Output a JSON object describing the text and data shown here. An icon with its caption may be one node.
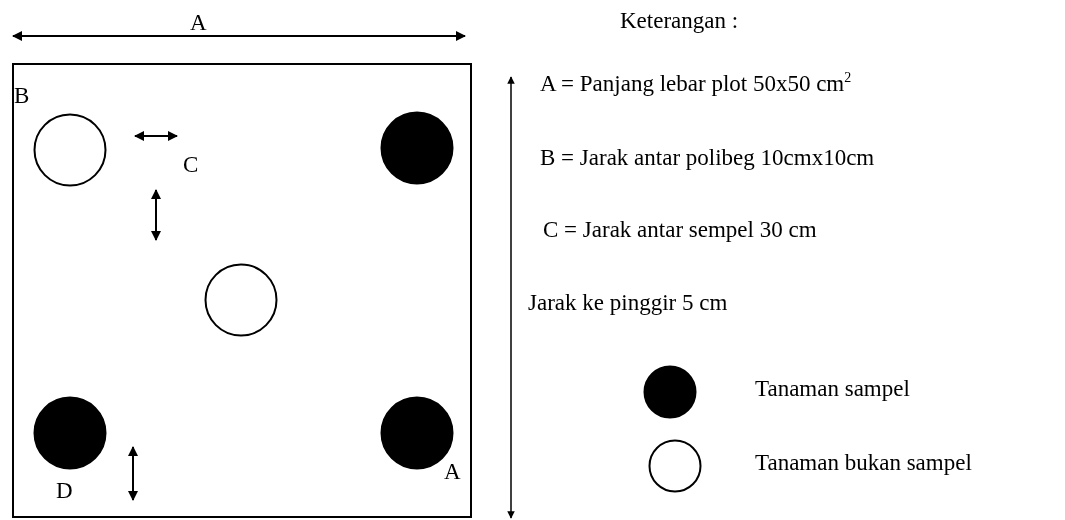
{
  "diagram": {
    "nodes": [
      {
        "text": [],
        "shape": "box"
      },
      {
        "text": [],
        "shape": "circle",
        "in": 0
      },
      {
        "text": [],
        "shape": "circle",
        "in": 0
      },
      {
        "text": [],
        "shape": "circle",
        "in": 0
      },
      {
        "text": [],
        "shape": "circle",
        "in": 0
      },
      {
        "text": [],
        "shape": "circle",
        "in": 0
      }
    ],
    "edges": [],
    "labels": [
      "A",
      "Keterangan :",
      "B",
      "A =  Panjang lebar plot  50x50 cm$^{2}$",
      "C",
      "B = Jarak antar polibeg 10cmx10cm",
      "C =  Jarak antar sempel 30 cm",
      "Jarak ke pinggir 5 cm",
      "D",
      "A"
    ],
    "legend": [
      {
        "text": "Tanaman sampel"
      },
      {
        "text": "Tanaman bukan sampel"
      }
    ]
  }
}
